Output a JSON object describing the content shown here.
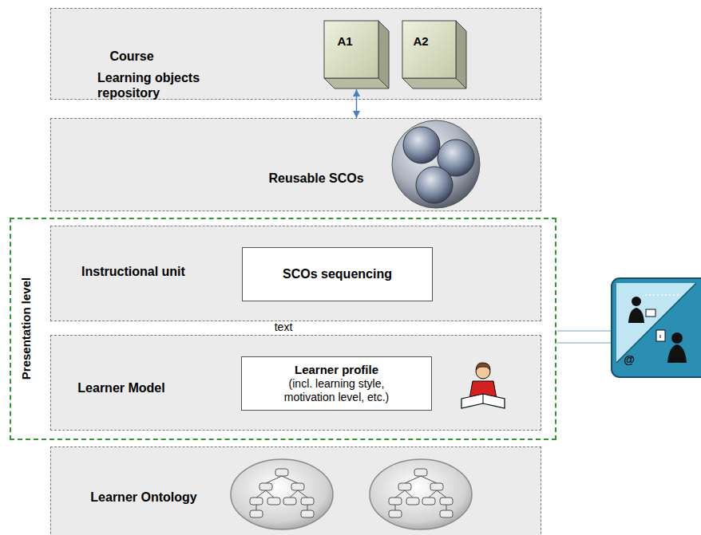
{
  "diagram": {
    "nodes": [
      {
        "text": [
          "Course"
        ]
      },
      {
        "text": [
          "A1"
        ],
        "in": 0
      },
      {
        "text": [
          "A2"
        ],
        "in": 0
      },
      {
        "text": [
          "Learning objects repository",
          "Reusable SCOs"
        ]
      },
      {
        "text": [
          "Presentation level"
        ]
      },
      {
        "text": [
          "Instructional unit"
        ],
        "in": 4
      },
      {
        "text": [
          "SCOs sequencing"
        ],
        "in": 5
      },
      {
        "text": [
          "Learner Model"
        ],
        "in": 4
      },
      {
        "text": [
          "Learner profile",
          "(incl. learning style, motivation level, etc.)"
        ],
        "in": 7
      },
      {
        "text": [
          "Learner Ontology"
        ]
      }
    ],
    "edges": [
      {
        "from": 1,
        "to": 3,
        "arrow": "both"
      }
    ],
    "labels": [
      "text",
      "@"
    ]
  }
}
